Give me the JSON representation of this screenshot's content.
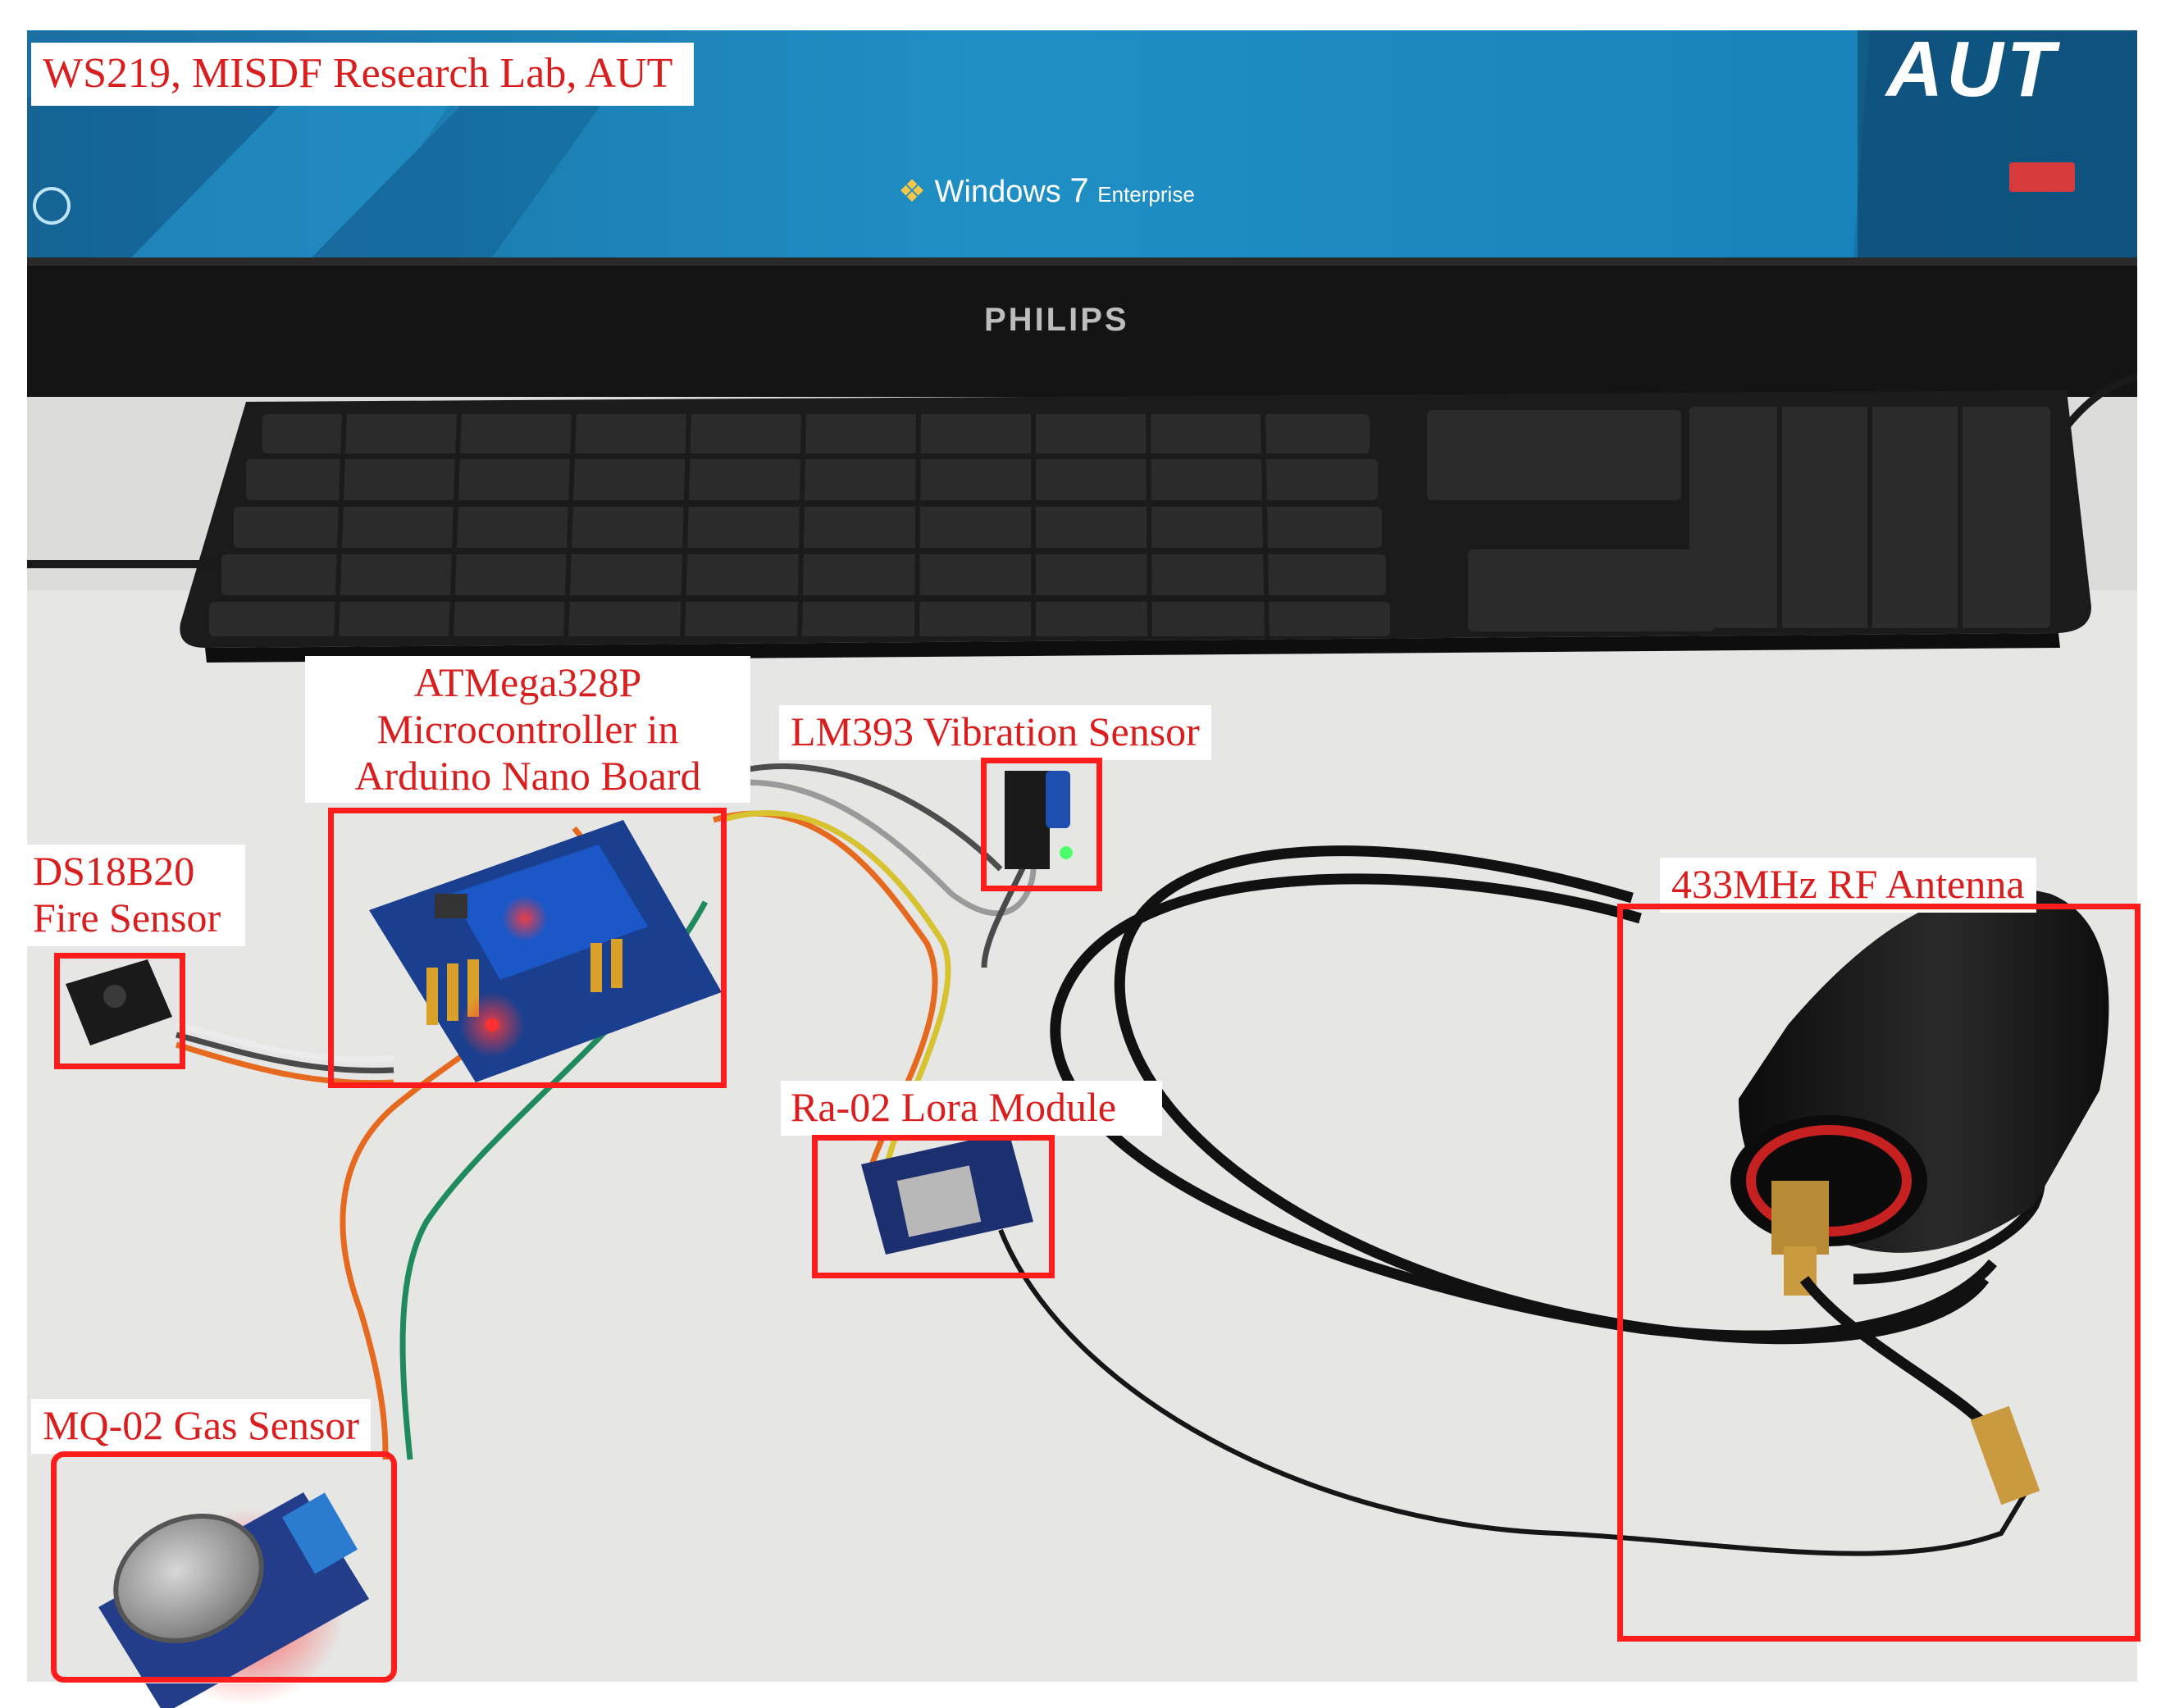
{
  "labels": {
    "lab": "WS219, MISDF Research Lab, AUT",
    "mcu": "ATMega328P\nMicrocontroller in\nArduino Nano Board",
    "vibration": "LM393 Vibration Sensor",
    "fire": "DS18B20\nFire Sensor",
    "antenna": "433MHz RF Antenna",
    "lora": "Ra-02 Lora Module",
    "gas": "MQ-02 Gas Sensor"
  },
  "monitor": {
    "os_name": "Windows",
    "os_version": "7",
    "os_edition": "Enterprise",
    "brand": "PHILIPS",
    "logo": "AUT"
  },
  "colors": {
    "annotation": "#ff1c1c",
    "label_text": "#d81e1e",
    "screen": "#1f8fc4",
    "bezel": "#141414",
    "desk": "#e6e6e4"
  }
}
